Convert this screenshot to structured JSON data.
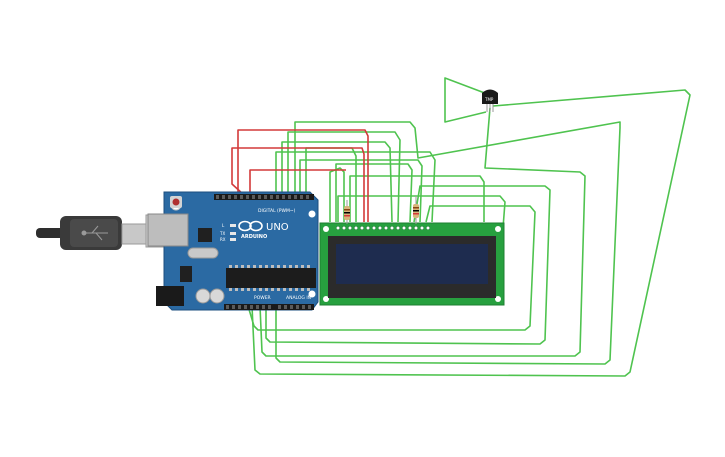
{
  "arduino": {
    "brand": "ARDUINO",
    "model": "UNO",
    "header_digital": "DIGITAL (PWM~)",
    "header_power": "POWER",
    "header_analog": "ANALOG IN",
    "led_tx": "TX",
    "led_rx": "RX",
    "led_l": "L"
  },
  "sensor": {
    "label": "TMP"
  },
  "colors": {
    "wire_green": "#4fc34f",
    "wire_red": "#d33a3a",
    "board_blue": "#2b6aa3",
    "lcd_pcb": "#27a03f",
    "lcd_screen": "#1e2c4f"
  },
  "icons": [
    "usb-cable-icon",
    "resistor-icon",
    "temperature-sensor-icon"
  ]
}
